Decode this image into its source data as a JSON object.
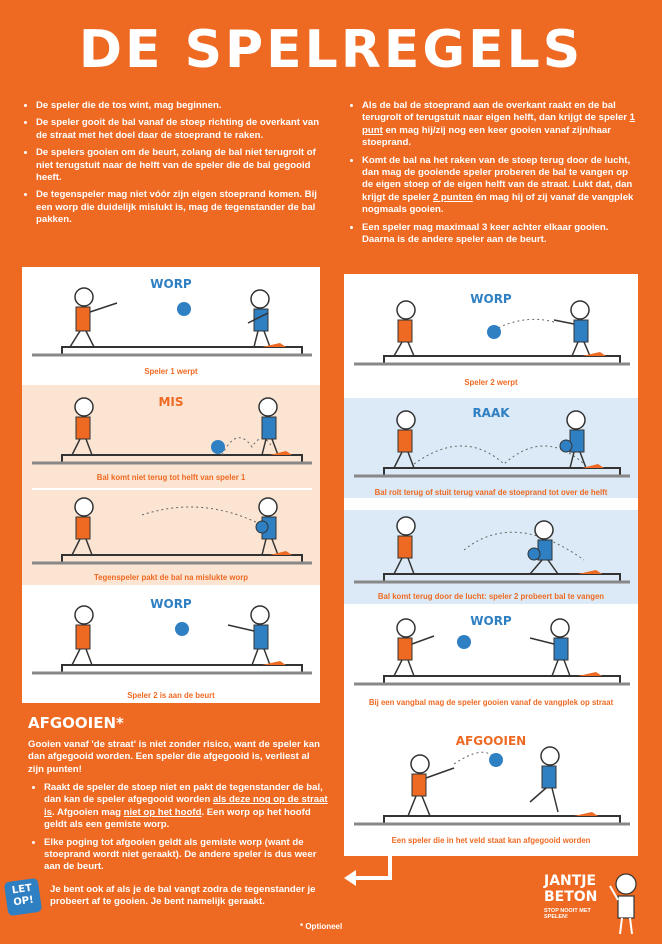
{
  "title": "DE SPELREGELS",
  "rules_left": [
    "De speler die de tos wint, mag beginnen.",
    "De speler gooit de bal vanaf de stoep richting de overkant van de straat met het doel daar de stoeprand te raken.",
    "De spelers gooien om de beurt, zolang de bal niet terugrolt of niet terugstuit naar de helft van de speler die de bal gegooid heeft.",
    "De tegenspeler mag niet vóór zijn eigen stoeprand komen. Bij een worp die duidelijk mislukt is, mag de tegenstander de bal pakken."
  ],
  "rules_right": {
    "r1_a": "Als de bal de stoeprand aan de overkant raakt en de bal terugrolt of terugstuit naar eigen helft, dan krijgt de speler ",
    "r1_u": "1 punt",
    "r1_b": " en mag hij/zij nog een keer gooien vanaf zijn/haar stoeprand.",
    "r2_a": "Komt de bal na het raken van de stoep terug door de lucht, dan mag de gooiende speler proberen de bal te vangen op de eigen stoep of de eigen helft van de straat. Lukt dat, dan krijgt de speler ",
    "r2_u": "2 punten",
    "r2_b": " én mag hij of zij vanaf de vangplek nogmaals gooien.",
    "r3": "Een speler mag maximaal 3 keer achter elkaar gooien. Daarna is de andere speler aan de beurt."
  },
  "left_scenes": [
    {
      "label": "WORP",
      "caption": "Speler 1 werpt"
    },
    {
      "label": "MIS",
      "caption": "Bal komt niet terug tot helft van speler 1"
    },
    {
      "label": "",
      "caption": "Tegenspeler pakt de bal na mislukte worp"
    },
    {
      "label": "WORP",
      "caption": "Speler 2 is aan de beurt"
    }
  ],
  "right_scenes": [
    {
      "label": "WORP",
      "caption": "Speler 2 werpt"
    },
    {
      "label": "RAAK",
      "caption": "Bal rolt terug of stuit terug vanaf de stoeprand tot over de helft"
    },
    {
      "label": "",
      "caption": "Bal komt terug door de lucht: speler 2 probeert bal te vangen"
    },
    {
      "label": "WORP",
      "caption": "Bij een vangbal mag de speler gooien vanaf de vangplek op straat"
    },
    {
      "label": "AFGOOIEN",
      "caption": "Een speler die in het veld staat kan afgegooid worden"
    }
  ],
  "afgooien": {
    "title": "AFGOOIEN*",
    "intro": "Gooien vanaf 'de straat' is niet zonder risico, want de speler kan dan afgegooid worden. Een speler die afgegooid is, verliest al zijn punten!",
    "b1_a": "Raakt de speler de stoep niet en pakt de tegenstander de bal, dan kan de speler afgegooid worden ",
    "b1_u": "als deze nog op de straat is",
    "b1_b": ". Afgooien mag ",
    "b1_u2": "niet op het hoofd",
    "b1_c": ". Een worp op het hoofd geldt als een gemiste worp.",
    "b2": "Elke poging tot afgooien geldt als gemiste worp (want de stoeprand wordt niet geraakt). De andere speler is dus weer aan de beurt."
  },
  "let_op": {
    "badge_line1": "LET",
    "badge_line2": "OP!",
    "text": "Je bent ook af als je de bal vangt zodra de tegenstander je probeert af te gooien. Je bent namelijk geraakt."
  },
  "footnote": "* Optioneel",
  "logo": {
    "line1": "JANTJE",
    "line2": "BETON",
    "tagline": "STOP NOOIT MET SPELEN!"
  },
  "colors": {
    "orange": "#ee6a23",
    "blue": "#2f7fc3",
    "peach": "#fbe4d2",
    "light_blue": "#dbeaf6"
  }
}
